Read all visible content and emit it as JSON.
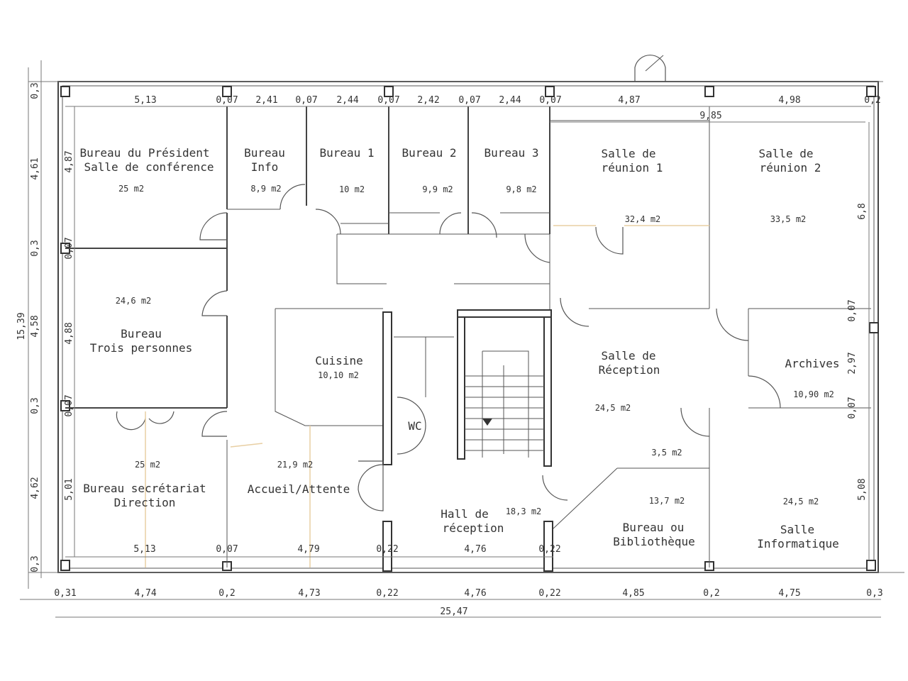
{
  "title": "Plan d'étage",
  "rooms": [
    {
      "lines": [
        "Bureau du Président",
        "Salle de conférence"
      ],
      "area": "25 m2"
    },
    {
      "lines": [
        "Bureau",
        "Info"
      ],
      "area": "8,9 m2"
    },
    {
      "lines": [
        "Bureau 1"
      ],
      "area": "10 m2"
    },
    {
      "lines": [
        "Bureau 2"
      ],
      "area": "9,9 m2"
    },
    {
      "lines": [
        "Bureau 3"
      ],
      "area": "9,8 m2"
    },
    {
      "lines": [
        "Salle de",
        "réunion 1"
      ],
      "area": "32,4 m2"
    },
    {
      "lines": [
        "Salle de",
        "réunion 2"
      ],
      "area": "33,5 m2"
    },
    {
      "lines": [
        "Bureau",
        "Trois personnes"
      ],
      "area": "24,6 m2"
    },
    {
      "lines": [
        "Cuisine"
      ],
      "area": "10,10 m2"
    },
    {
      "lines": [
        "WC"
      ],
      "area": ""
    },
    {
      "lines": [
        "Salle de",
        "Réception"
      ],
      "area": "24,5 m2"
    },
    {
      "lines": [
        "Archives"
      ],
      "area": "10,90 m2"
    },
    {
      "lines": [],
      "area": "3,5 m2"
    },
    {
      "lines": [
        "Bureau secrétariat",
        "Direction"
      ],
      "area": "25 m2"
    },
    {
      "lines": [
        "Accueil/Attente"
      ],
      "area": "21,9 m2"
    },
    {
      "lines": [
        "Hall de",
        "réception"
      ],
      "area": "18,3 m2"
    },
    {
      "lines": [
        "Bureau ou",
        "Bibliothèque"
      ],
      "area": "13,7 m2"
    },
    {
      "lines": [
        "Salle",
        "Informatique"
      ],
      "area": "24,5 m2"
    }
  ],
  "dimensions": {
    "top": [
      "5,13",
      "0,07",
      "2,41",
      "0,07",
      "2,44",
      "0,07",
      "2,42",
      "0,07",
      "2,44",
      "0,07",
      "4,87",
      "4,98",
      "0,2"
    ],
    "top_span": "9,85",
    "bottom_inner": [
      "5,13",
      "0,07",
      "4,79",
      "0,22",
      "4,76",
      "0,22"
    ],
    "bottom_outer": [
      "0,31",
      "4,74",
      "0,2",
      "4,73",
      "0,22",
      "4,76",
      "0,22",
      "4,85",
      "0,2",
      "4,75",
      "0,3"
    ],
    "total_width": "25,47",
    "left_outer": [
      "0,3",
      "4,61",
      "0,3",
      "4,58",
      "0,3",
      "4,62",
      "0,3"
    ],
    "total_height": "15,39",
    "left_inner": [
      "4,87",
      "0,07",
      "4,88",
      "0,07",
      "5,01"
    ],
    "right": [
      "6,8",
      "0,07",
      "2,97",
      "0,07",
      "5,08"
    ]
  }
}
